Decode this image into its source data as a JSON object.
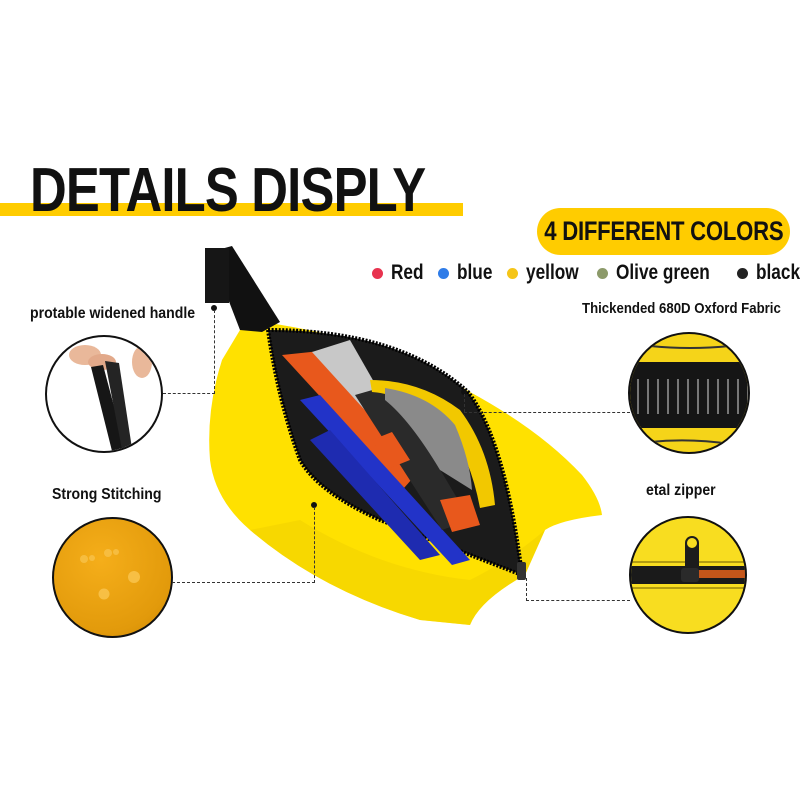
{
  "headline": {
    "title": "DETAILS DISPLY",
    "bar_color": "#FFCC00"
  },
  "colors_section": {
    "pill_label": "4 DIFFERENT COLORS",
    "pill_color": "#FFCC00",
    "swatches": [
      {
        "label": "Red",
        "color": "#E8334F"
      },
      {
        "label": "blue",
        "color": "#2F7CE8"
      },
      {
        "label": "yellow",
        "color": "#F5C518"
      },
      {
        "label": "Olive green",
        "color": "#8C9A6A"
      },
      {
        "label": "black",
        "color": "#222222"
      }
    ],
    "fabric_note": "Thickended 680D Oxford Fabric"
  },
  "features": {
    "handle": {
      "label": "protable widened handle",
      "icon": "handle-strap-closeup"
    },
    "stitching": {
      "label": "Strong Stitching",
      "icon": "waterproof-fabric-closeup"
    },
    "fabric_zipper": {
      "label": "",
      "icon": "zipper-teeth-closeup"
    },
    "metal_zipper": {
      "label": "etal zipper",
      "icon": "zipper-pull-closeup"
    }
  },
  "product": {
    "name": "yellow tool pouch",
    "body_color": "#FFE100",
    "zipper_color": "#1A1A1A"
  }
}
